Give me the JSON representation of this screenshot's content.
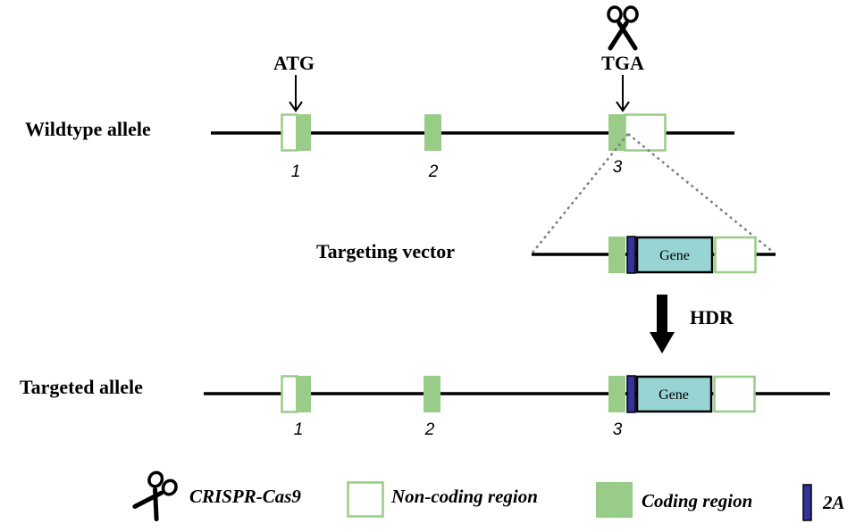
{
  "labels": {
    "wildtype_allele": "Wildtype allele",
    "targeting_vector": "Targeting vector",
    "targeted_allele": "Targeted allele",
    "atg": "ATG",
    "tga": "TGA",
    "hdr": "HDR",
    "gene": "Gene"
  },
  "exon_numbers": {
    "wildtype": [
      "1",
      "2",
      "3"
    ],
    "targeted": [
      "1",
      "2",
      "3"
    ]
  },
  "legend": {
    "crispr": "CRISPR-Cas9",
    "non_coding": "Non-coding region",
    "coding": "Coding region",
    "two_a": "2A"
  },
  "colors": {
    "coding_fill": "#99cc88",
    "noncoding_stroke": "#99cc88",
    "gene_fill": "#99d4d4",
    "two_a_fill": "#333399",
    "line": "#000000",
    "dotted": "#808080"
  },
  "icons": {
    "scissors": "scissors-icon",
    "arrow": "arrow-down-icon"
  }
}
